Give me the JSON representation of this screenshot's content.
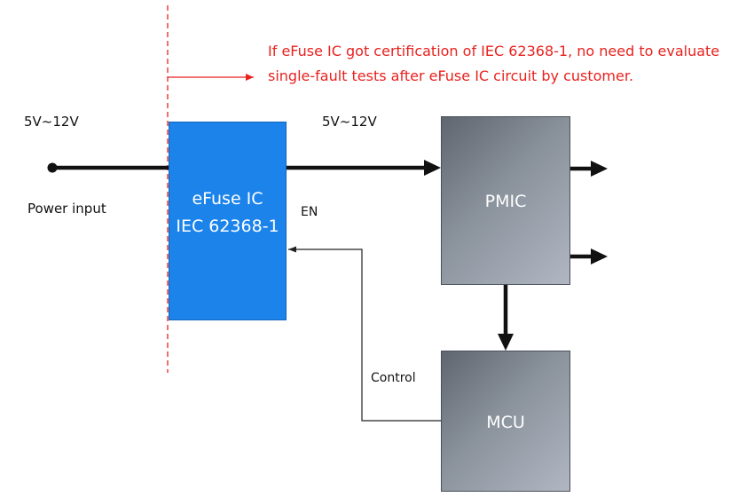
{
  "note": {
    "line1": "If eFuse IC got certification of IEC 62368-1, no need to evaluate",
    "line2": "single-fault tests after eFuse IC circuit by customer."
  },
  "labels": {
    "input_voltage": "5V~12V",
    "output_voltage": "5V~12V",
    "power_input": "Power input",
    "en": "EN",
    "control": "Control"
  },
  "blocks": {
    "efuse_line1": "eFuse IC",
    "efuse_line2": "IEC 62368-1",
    "pmic": "PMIC",
    "mcu": "MCU"
  },
  "colors": {
    "note_text": "#e8221f",
    "dashed_line": "#e8221f",
    "efuse_fill": "#1b83ea",
    "block_fill": "#8a929c"
  }
}
